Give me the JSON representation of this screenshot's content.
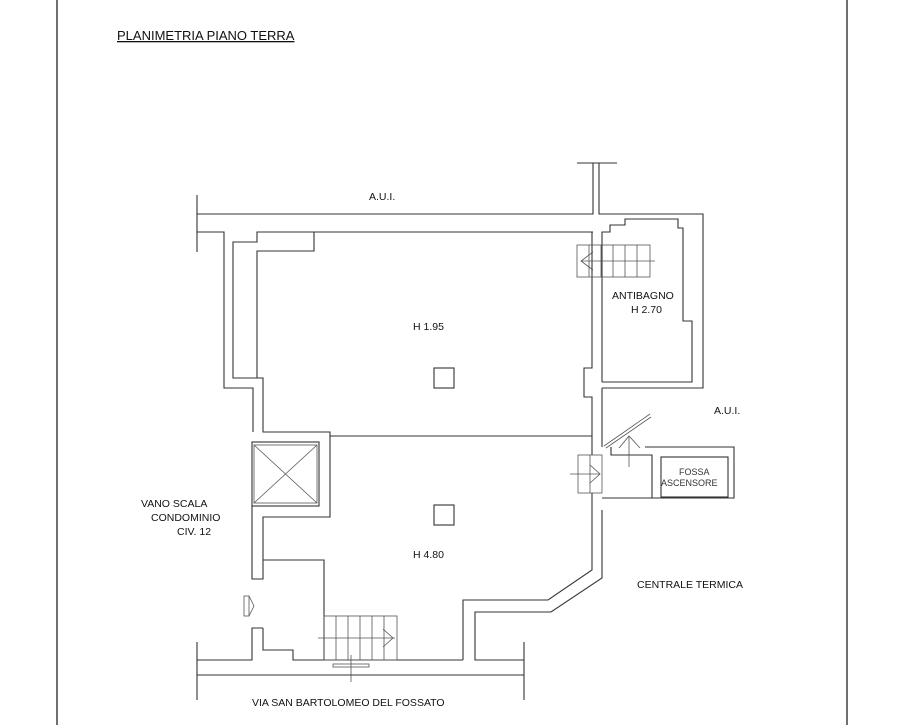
{
  "title": "PLANIMETRIA PIANO TERRA",
  "labels": {
    "aui_top": "A.U.I.",
    "aui_right": "A.U.I.",
    "room_upper_height": "H 1.95",
    "room_lower_height": "H 4.80",
    "antibagno": "ANTIBAGNO",
    "antibagno_height": "H 2.70",
    "fossa_1": "FOSSA",
    "fossa_2": "ASCENSORE",
    "vano_scala_1": "VANO SCALA",
    "vano_scala_2": "CONDOMINIO",
    "vano_scala_3": "CIV. 12",
    "centrale_termica": "CENTRALE TERMICA",
    "street": "VIA SAN BARTOLOMEO DEL FOSSATO"
  }
}
